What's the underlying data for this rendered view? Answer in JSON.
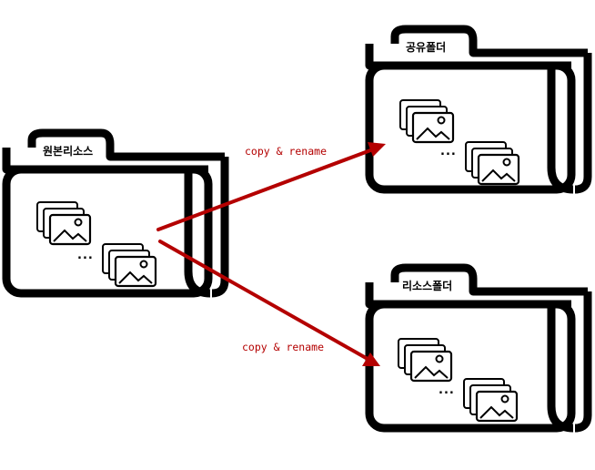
{
  "folders": {
    "source": {
      "label": "원본리소스"
    },
    "shared": {
      "label": "공유폴더"
    },
    "resource": {
      "label": "리소스폴더"
    }
  },
  "edges": {
    "to_shared": {
      "label": "copy & rename"
    },
    "to_resource": {
      "label": "copy & rename"
    }
  },
  "ellipsis": "...",
  "icons": {
    "image_stack": "image-stack-icon",
    "arrowhead": "arrowhead-icon"
  },
  "colors": {
    "arrow": "#b40000",
    "stroke": "#000000",
    "fill": "#ffffff"
  }
}
